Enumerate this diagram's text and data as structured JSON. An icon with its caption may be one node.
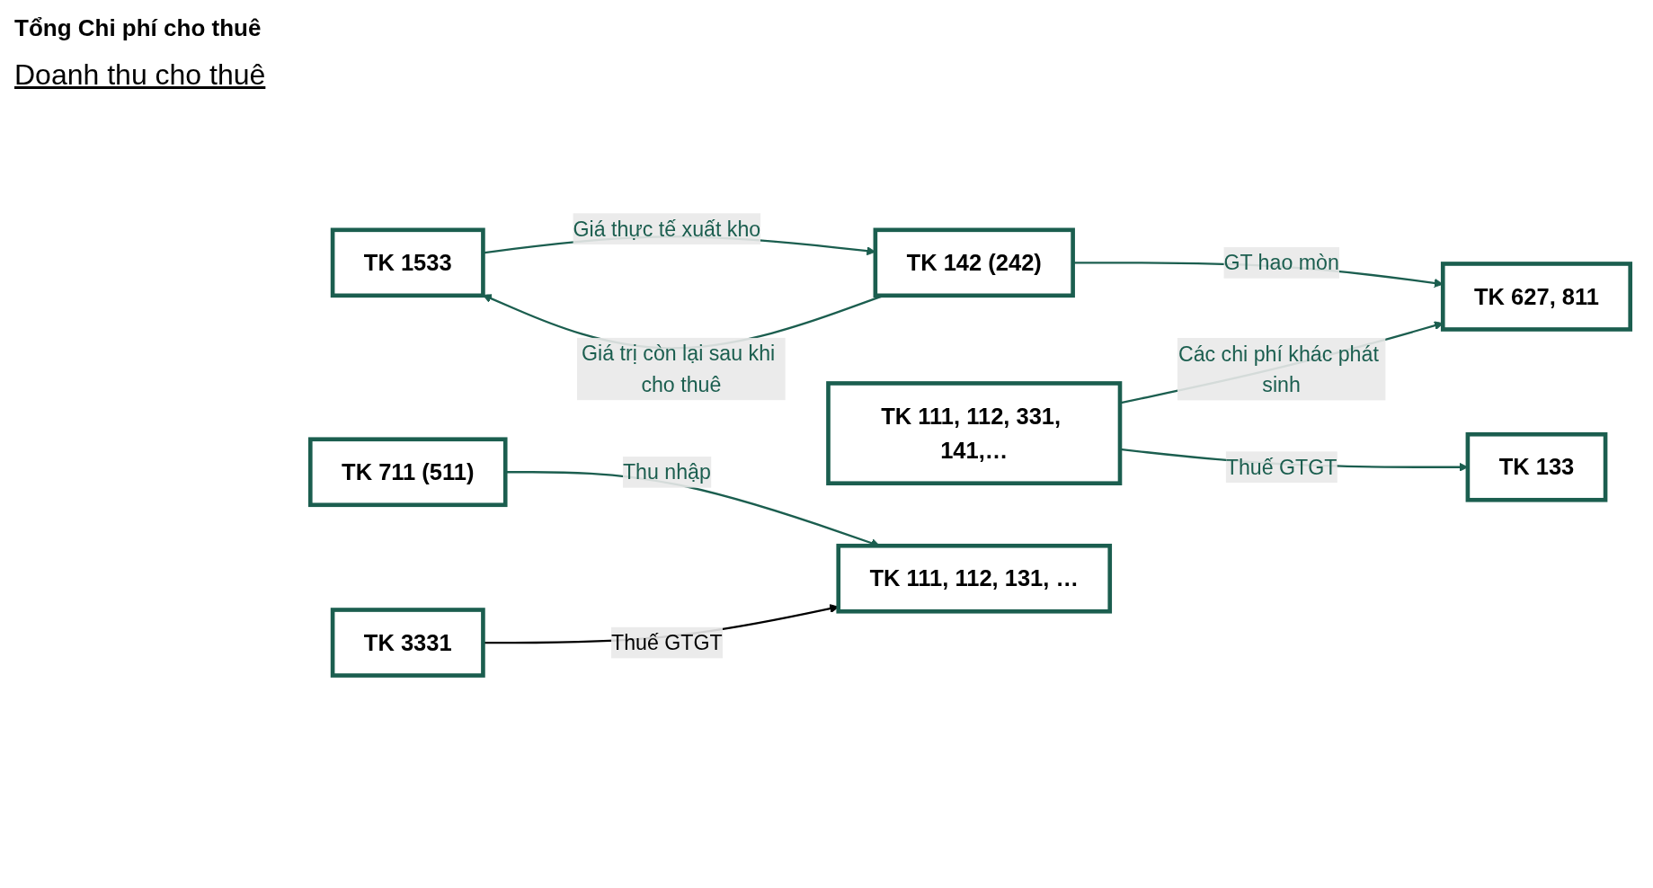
{
  "diagram": {
    "nodes": [
      {
        "text": [
          "TK 1533"
        ]
      },
      {
        "text": [
          "TK 142 (242)"
        ]
      },
      {
        "text": [
          "TK 133"
        ]
      },
      {
        "text": [
          "TK 627, 811"
        ]
      },
      {
        "text": [
          "TK 111, 112, 331, 141,…"
        ]
      },
      {
        "text": [
          "TK 3331"
        ]
      },
      {
        "text": [
          "TK 711 (511)"
        ]
      },
      {
        "text": [
          "TK 111, 112, 131, …"
        ]
      }
    ],
    "edges": [
      {
        "from": 0,
        "to": 1,
        "arrow": "to",
        "label": "Giá thực tế xuất kho"
      },
      {
        "from": 1,
        "to": 0,
        "arrow": "to",
        "label": "Giá trị còn lại sau khi cho thuê"
      },
      {
        "from": 1,
        "to": 3,
        "arrow": "to",
        "label": "GT hao mòn"
      },
      {
        "from": 4,
        "to": 2,
        "arrow": "to",
        "label": "Thuế GTGT"
      },
      {
        "from": 4,
        "to": 3,
        "arrow": "to",
        "label": "Các chi phí khác phát sinh"
      },
      {
        "from": 6,
        "to": 7,
        "arrow": "to",
        "label": "Thu nhập"
      },
      {
        "from": 5,
        "to": 7,
        "arrow": "to",
        "label": "Thuế GTGT",
        "color": "#000000"
      }
    ],
    "labels": [
      "Tổng Chi phí cho thuê",
      "Doanh thu cho thuê"
    ]
  }
}
